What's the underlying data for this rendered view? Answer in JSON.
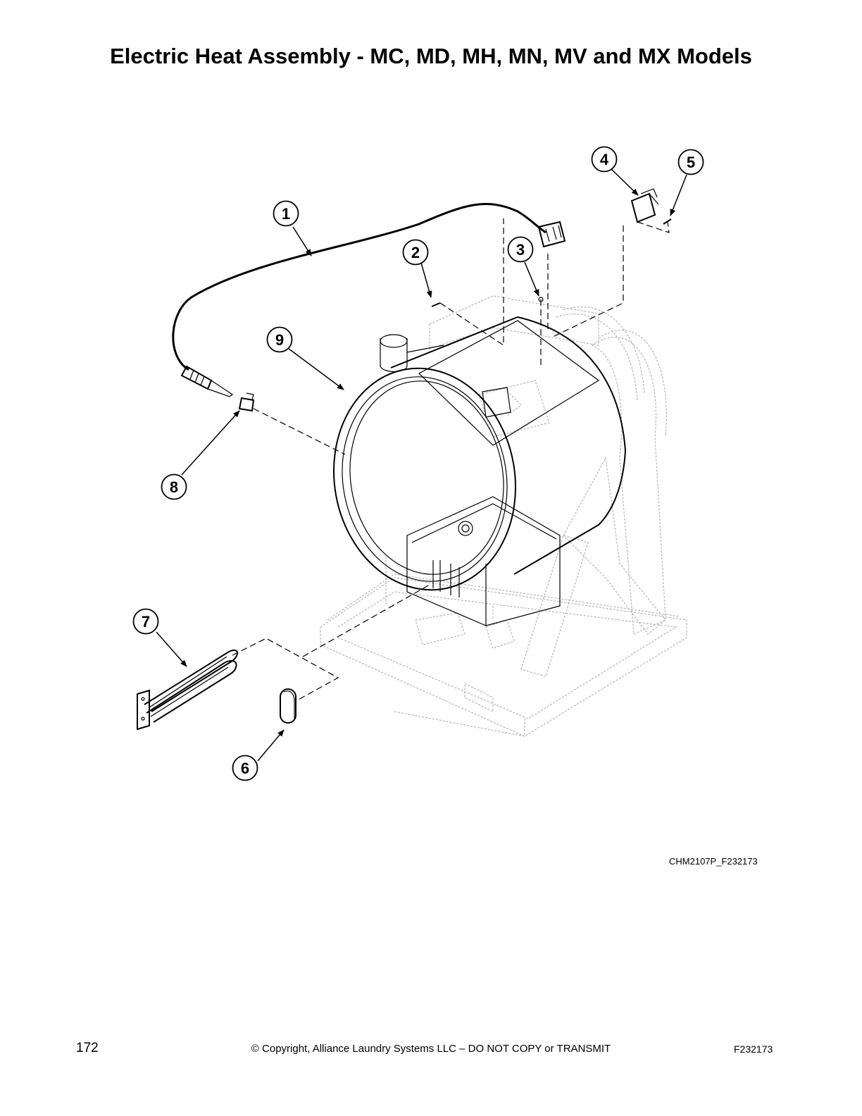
{
  "title": "Electric Heat Assembly - MC, MD, MH, MN, MV and MX Models",
  "figure_id": "CHM2107P_F232173",
  "callouts": [
    "1",
    "2",
    "3",
    "4",
    "5",
    "6",
    "7",
    "8",
    "9"
  ],
  "footer": {
    "page_number": "172",
    "copyright": "© Copyright, Alliance Laundry Systems LLC – DO NOT COPY or TRANSMIT",
    "doc_code": "F232173"
  }
}
